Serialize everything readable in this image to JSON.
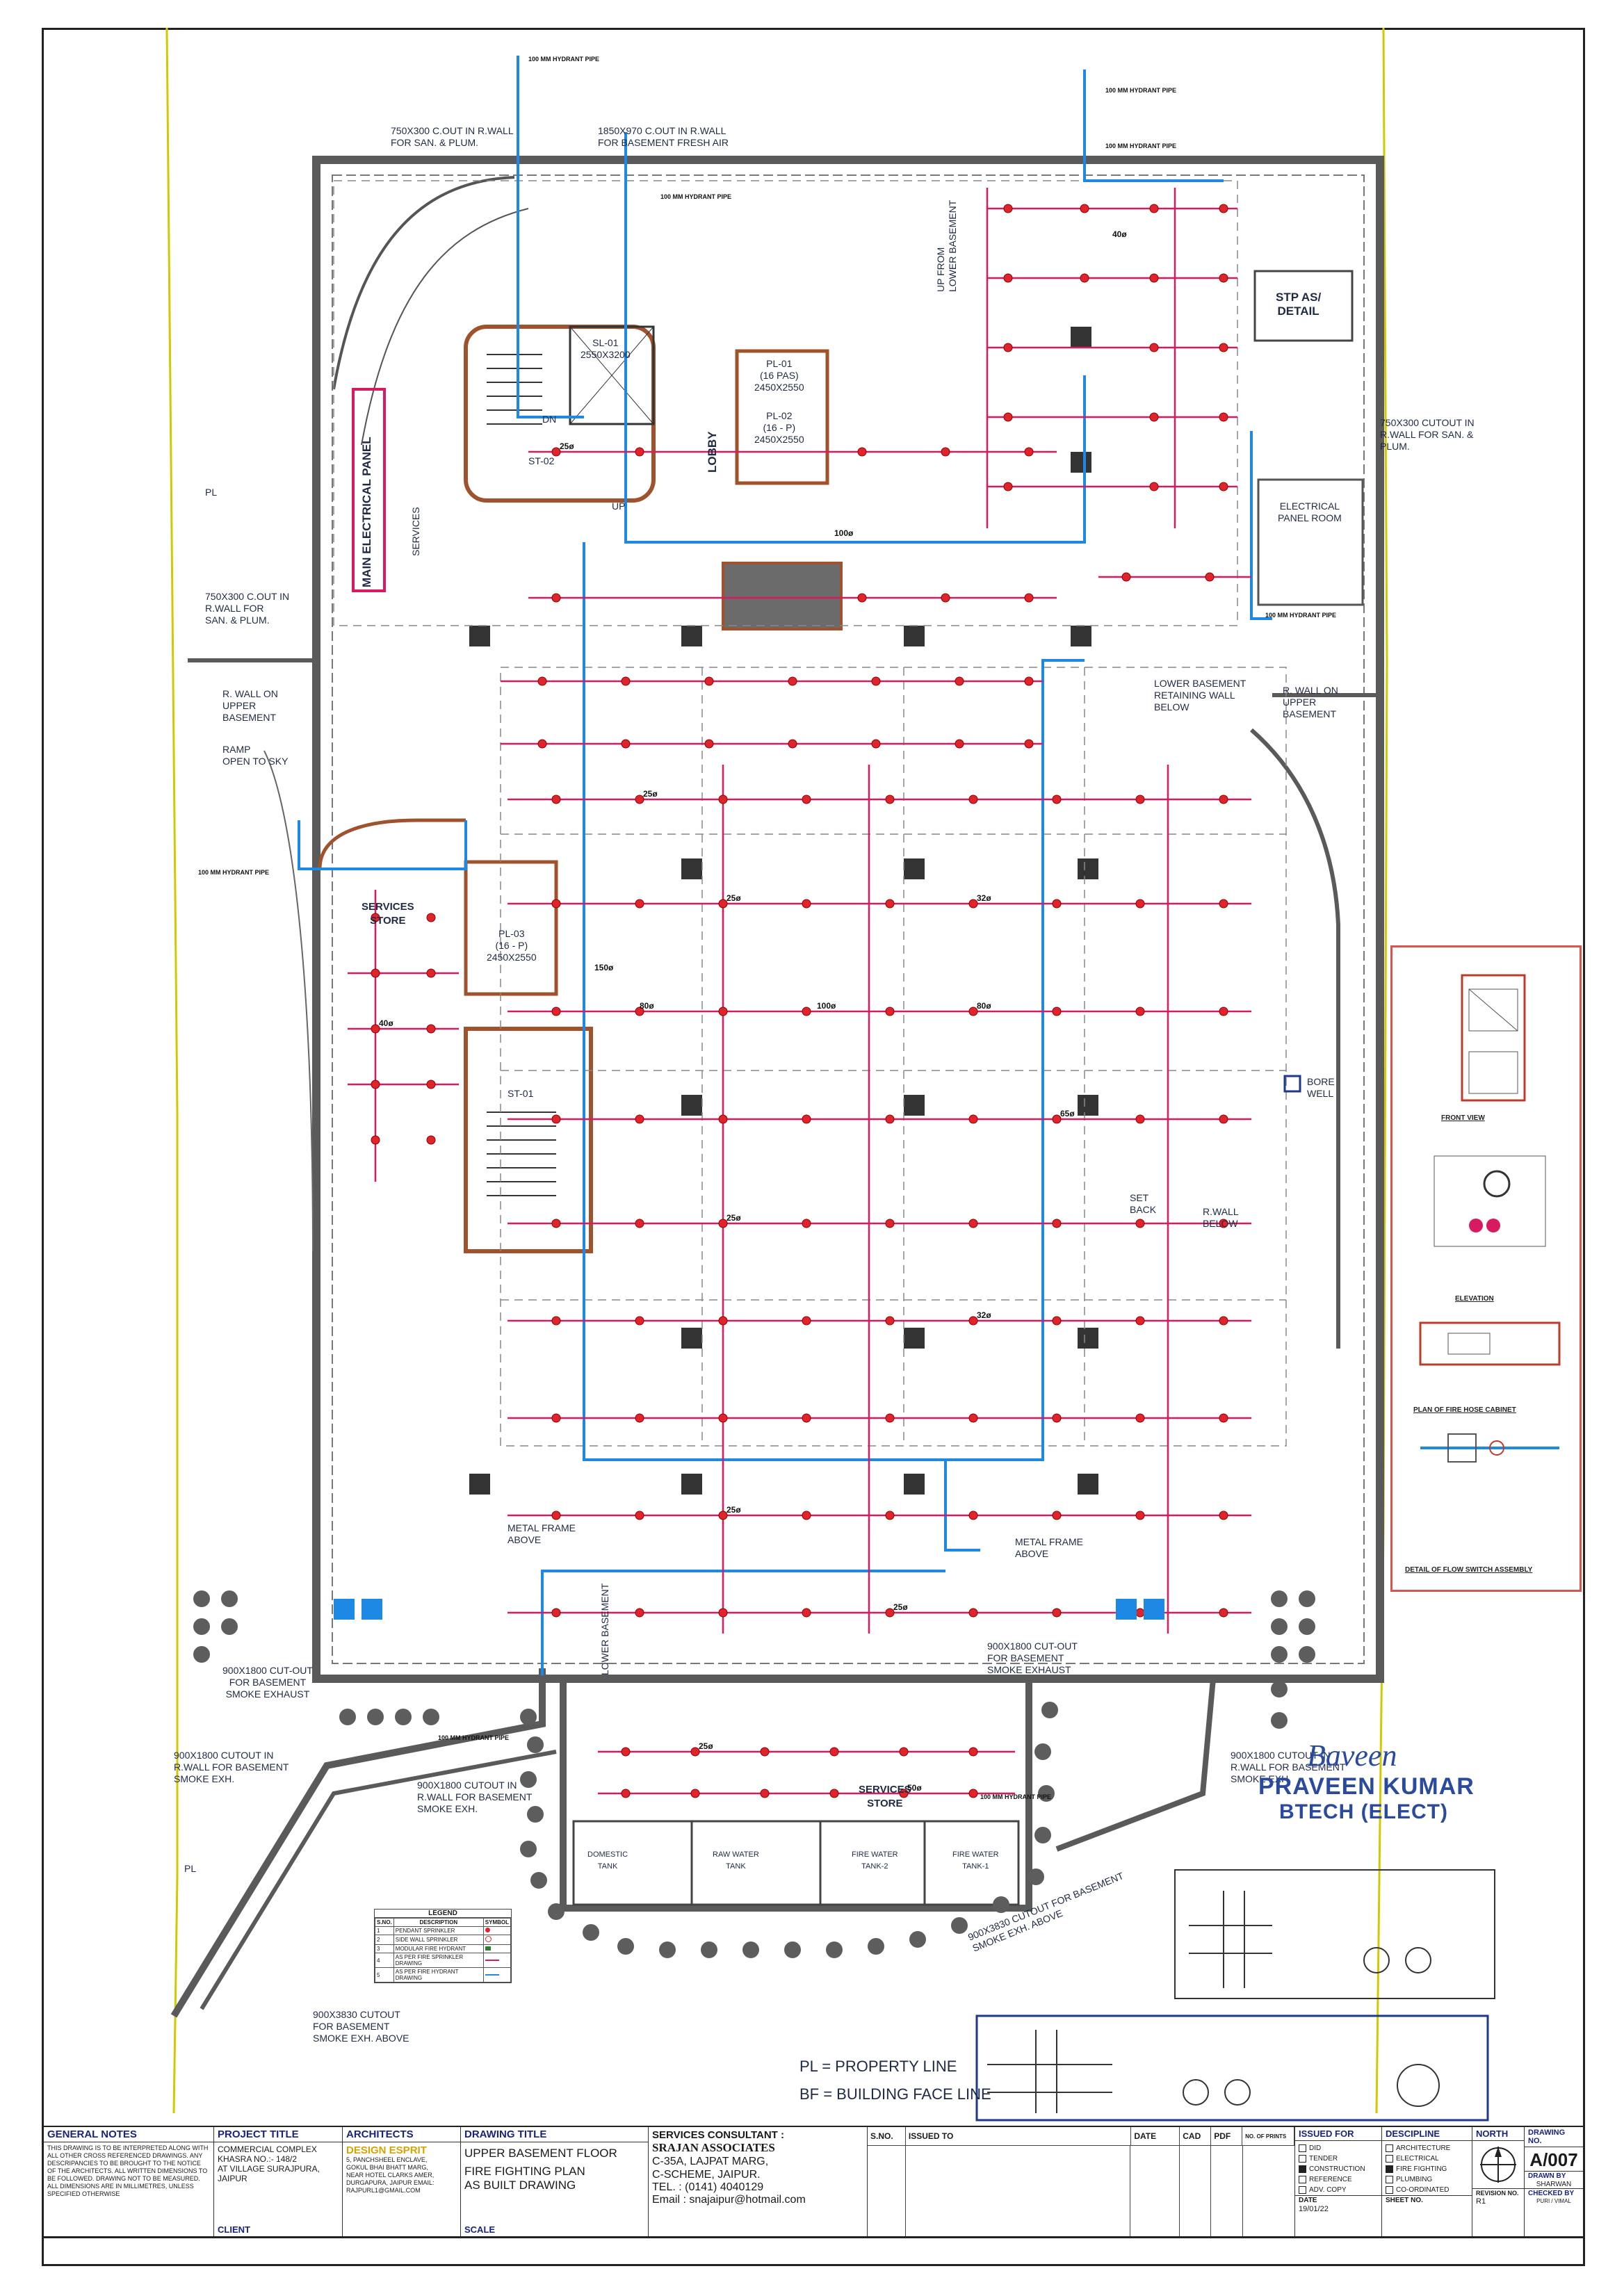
{
  "plan_labels": {
    "cutout_san_plum_top": "750X300 C.OUT IN R.WALL\nFOR SAN. & PLUM.",
    "cutout_fresh_air": "1850X970 C.OUT IN R.WALL\nFOR BASEMENT FRESH AIR",
    "hydrant_pipe": "100 MM HYDRANT PIPE",
    "stp": "STP AS/\nDETAIL",
    "cutout_san_plum_right": "750X300 CUTOUT IN\nR.WALL FOR SAN. &\nPLUM.",
    "electrical_panel_room": "ELECTRICAL\nPANEL ROOM",
    "main_electrical_panel": "MAIN ELECTRICAL PANEL",
    "services": "SERVICES",
    "sl01": "SL-01\n2550X3200",
    "pl01": "PL-01\n(16 PAS)\n2450X2550",
    "pl02": "PL-02\n(16 - P)\n2450X2550",
    "lobby": "LOBBY",
    "up_from_lower": "UP FROM\nLOWER BASEMENT",
    "dn": "DN",
    "up": "UP",
    "st02": "ST-02",
    "cutout_san_plum_left": "750X300 C.OUT IN\nR.WALL FOR\nSAN. & PLUM.",
    "pl": "PL",
    "r_wall_upper_left": "R. WALL ON\nUPPER\nBASEMENT",
    "ramp": "RAMP\nOPEN TO SKY",
    "lower_basement_wall": "LOWER BASEMENT\nRETAINING WALL\nBELOW",
    "r_wall_upper_right": "R. WALL ON\nUPPER\nBASEMENT",
    "services_store_left": "SERVICES\nSTORE",
    "pl03": "PL-03\n(16 - P)\n2450X2550",
    "st01": "ST-01",
    "bore_well": "BORE\nWELL",
    "set_back": "SET\nBACK",
    "r_wall_below": "R.WALL\nBELOW",
    "metal_frame_left": "METAL FRAME\nABOVE",
    "metal_frame_right": "METAL FRAME\nABOVE",
    "lower_basement": "LOWER BASEMENT",
    "cutout_exhaust_mid": "900X1800 CUT-OUT\nFOR BASEMENT\nSMOKE EXHAUST",
    "cutout_exhaust_left": "900X1800 CUT-OUT\nFOR BASEMENT\nSMOKE EXHAUST",
    "cutout_rwall_left": "900X1800 CUTOUT IN\nR.WALL FOR BASEMENT\nSMOKE EXH.",
    "cutout_rwall_center": "900X1800 CUTOUT IN\nR.WALL FOR BASEMENT\nSMOKE EXH.",
    "cutout_rwall_right": "900X1800 CUTOUT IN\nR.WALL FOR BASEMENT\nSMOKE EXH.",
    "services_store_bottom": "SERVICES\nSTORE",
    "domestic_tank": "DOMESTIC\nTANK",
    "raw_water_tank": "RAW WATER\nTANK",
    "fire_water_tank_2": "FIRE WATER\nTANK-2",
    "fire_water_tank_1": "FIRE WATER\nTANK-1",
    "cutout_3830_left": "900X3830 CUTOUT\nFOR BASEMENT\nSMOKE EXH. ABOVE",
    "cutout_3830_right": "900X3830 CUTOUT FOR BASEMENT\nSMOKE EXH. ABOVE",
    "pl_note": "PL = PROPERTY LINE",
    "bf_note": "BF = BUILDING FACE LINE"
  },
  "pipe_sizes": [
    "25ø",
    "32ø",
    "40ø",
    "50ø",
    "65ø",
    "80ø",
    "100ø",
    "150ø"
  ],
  "legend": {
    "title": "LEGEND",
    "headers": [
      "S.NO.",
      "DESCRIPTION",
      "SYMBOL"
    ],
    "rows": [
      {
        "no": "1",
        "desc": "PENDANT SPRINKLER"
      },
      {
        "no": "2",
        "desc": "SIDE WALL SPRINKLER"
      },
      {
        "no": "3",
        "desc": "MODULAR FIRE HYDRANT"
      },
      {
        "no": "4",
        "desc": "AS PER FIRE SPRINKLER DRAWING"
      },
      {
        "no": "5",
        "desc": "AS PER FIRE HYDRANT DRAWING"
      }
    ]
  },
  "detail_panel": {
    "front_view": "FRONT VIEW",
    "elevation": "ELEVATION",
    "plan_fire_hose": "PLAN OF FIRE HOSE CABINET",
    "flow_switch": "DETAIL OF FLOW SWITCH ASSEMBLY"
  },
  "stamp": {
    "signature": "Baveen",
    "name": "PRAVEEN KUMAR",
    "qualification": "BTECH (ELECT)"
  },
  "title_block": {
    "general_notes_title": "GENERAL NOTES",
    "general_notes": "THIS DRAWING IS TO BE INTERPRETED ALONG WITH ALL OTHER CROSS REFERENCED DRAWINGS. ANY DESCRIPANCIES TO BE BROUGHT TO THE NOTICE OF THE ARCHITECTS. ALL WRITTEN DIMENSIONS TO BE FOLLOWED. DRAWING NOT TO BE MEASURED. ALL DIMENSIONS ARE IN MILLIMETRES, UNLESS SPECIFIED OTHERWISE",
    "project_title_label": "PROJECT TITLE",
    "project_title": "COMMERCIAL COMPLEX\nKHASRA NO.:- 148/2\nAT VILLAGE SURAJPURA,\nJAIPUR",
    "client_label": "CLIENT",
    "architects_label": "ARCHITECTS",
    "architect_name": "DESIGN ESPRIT",
    "architect_address": "5, PANCHSHEEL ENCLAVE,\nGOKUL BHAI BHATT MARG,\nNEAR HOTEL CLARKS AMER,\nDURGAPURA, JAIPUR EMAIL:\nrajpurl1@gmail.com",
    "drawing_title_label": "DRAWING TITLE",
    "drawing_title_1": "UPPER BASEMENT FLOOR",
    "drawing_title_2": "FIRE FIGHTING PLAN\nAS BUILT DRAWING",
    "scale_label": "SCALE",
    "consultant_label": "SERVICES CONSULTANT :",
    "consultant_name": "SRAJAN ASSOCIATES",
    "consultant_address": "C-35A, LAJPAT MARG,\nC-SCHEME, JAIPUR.",
    "consultant_tel": "TEL.   : (0141) 4040129",
    "consultant_email": "Email  : snajaipur@hotmail.com",
    "revision_headers": [
      "S.NO.",
      "ISSUED TO",
      "DATE",
      "CAD",
      "PDF",
      "NO. OF PRINTS"
    ],
    "issued_for_label": "ISSUED FOR",
    "issued_for": [
      {
        "label": "DID",
        "checked": false
      },
      {
        "label": "TENDER",
        "checked": false
      },
      {
        "label": "CONSTRUCTION",
        "checked": true
      },
      {
        "label": "REFERENCE",
        "checked": false
      },
      {
        "label": "ADV. COPY",
        "checked": false
      }
    ],
    "discipline_label": "DESCIPLINE",
    "discipline": [
      {
        "label": "ARCHITECTURE",
        "checked": false
      },
      {
        "label": "ELECTRICAL",
        "checked": false
      },
      {
        "label": "FIRE FIGHTING",
        "checked": true
      },
      {
        "label": "PLUMBING",
        "checked": false
      },
      {
        "label": "CO-ORDINATED",
        "checked": false
      }
    ],
    "date_label": "DATE",
    "date": "19/01/22",
    "sheet_no_label": "SHEET NO.",
    "north_label": "NORTH",
    "revision_no_label": "REVISION NO.",
    "revision_no": "R1",
    "drawing_no_label": "DRAWING NO.",
    "drawing_no": "A/007",
    "drawn_by_label": "DRAWN BY",
    "drawn_by": "SHARWAN",
    "checked_by_label": "CHECKED BY",
    "checked_by": "PURI / VIMAL"
  },
  "colors": {
    "sprinkler": "#e0242c",
    "sprinkler_pipe": "#d81b60",
    "hydrant_pipe": "#1e88e5",
    "wall": "#5a5a5a",
    "property_line": "#d4c800",
    "landscape": "#606060"
  }
}
